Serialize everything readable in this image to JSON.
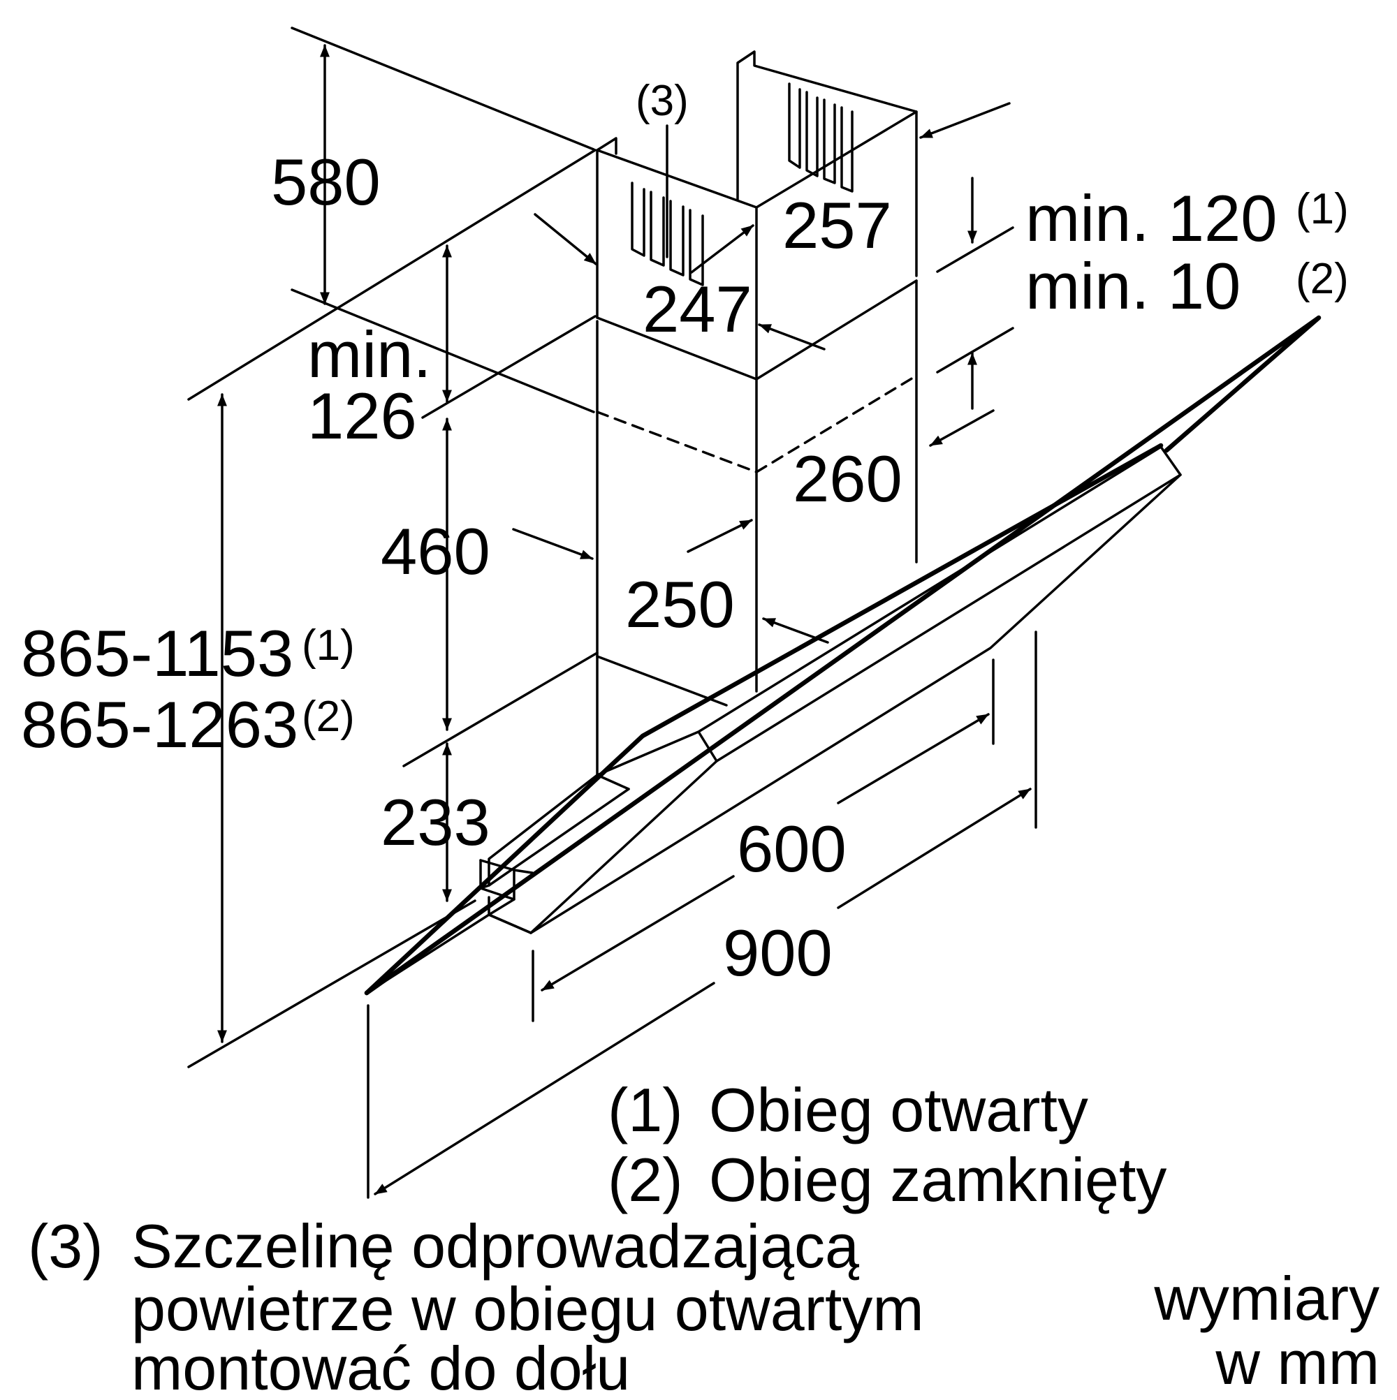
{
  "dimensions": {
    "d580": "580",
    "d257": "257",
    "d247": "247",
    "min120": "min. 120",
    "min10": "min. 10",
    "note1": "(1)",
    "note2": "(2)",
    "note3": "(3)",
    "min_label": "min.",
    "d126": "126",
    "d260": "260",
    "d460": "460",
    "d250": "250",
    "height1": "865-1153",
    "height2": "865-1263",
    "d233": "233",
    "d600": "600",
    "d900": "900"
  },
  "legend": {
    "item1_marker": "(1)",
    "item1_text": "Obieg otwarty",
    "item2_marker": "(2)",
    "item2_text": "Obieg zamknięty",
    "item3_marker": "(3)",
    "item3_line1": "Szczelinę odprowadzającą",
    "item3_line2": "powietrze w obiegu otwartym",
    "item3_line3": "montować do dołu"
  },
  "units": {
    "line1": "wymiary",
    "line2": "w mm"
  }
}
